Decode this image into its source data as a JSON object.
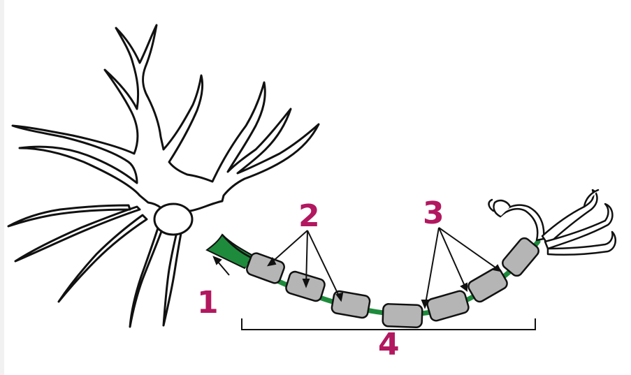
{
  "diagram": {
    "labels": [
      "1",
      "2",
      "3",
      "4"
    ]
  },
  "colors": {
    "outline": "#111111",
    "axon_green": "#1e8b3c",
    "myelin_gray": "#b5b5b5",
    "label_magenta": "#b2185f"
  }
}
